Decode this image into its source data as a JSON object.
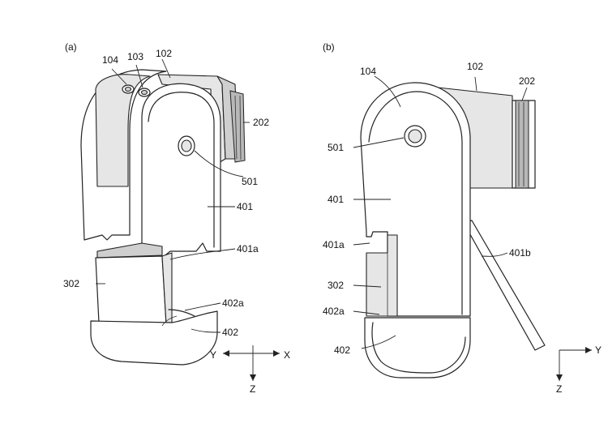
{
  "figure_a": {
    "panel_label": "(a)",
    "refs": {
      "r104": "104",
      "r103": "103",
      "r102": "102",
      "r202": "202",
      "r501": "501",
      "r401": "401",
      "r401a": "401a",
      "r302": "302",
      "r402a": "402a",
      "r402": "402"
    },
    "axes": {
      "y": "Y",
      "x": "X",
      "z": "Z"
    }
  },
  "figure_b": {
    "panel_label": "(b)",
    "refs": {
      "r104": "104",
      "r102": "102",
      "r202": "202",
      "r501": "501",
      "r401": "401",
      "r401a": "401a",
      "r401b": "401b",
      "r302": "302",
      "r402a": "402a",
      "r402": "402"
    },
    "axes": {
      "y": "Y",
      "z": "Z"
    }
  }
}
